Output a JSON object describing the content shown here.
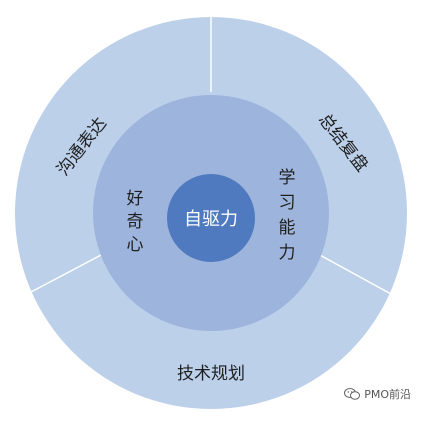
{
  "diagram": {
    "center": "自驱力",
    "inner": {
      "left": [
        "好",
        "奇",
        "心"
      ],
      "right": [
        "学",
        "习",
        "能",
        "力"
      ]
    },
    "outer": {
      "top_left": "沟通表达",
      "top_right": "总结复盘",
      "bottom": "技术规划"
    }
  },
  "colors": {
    "outer_ring": "#bcd0ea",
    "inner_ring": "#9db4dc",
    "core": "#4f7ac0",
    "divider": "#ffffff"
  },
  "watermark": {
    "text": "PMO前沿",
    "icon": "wechat-icon"
  }
}
